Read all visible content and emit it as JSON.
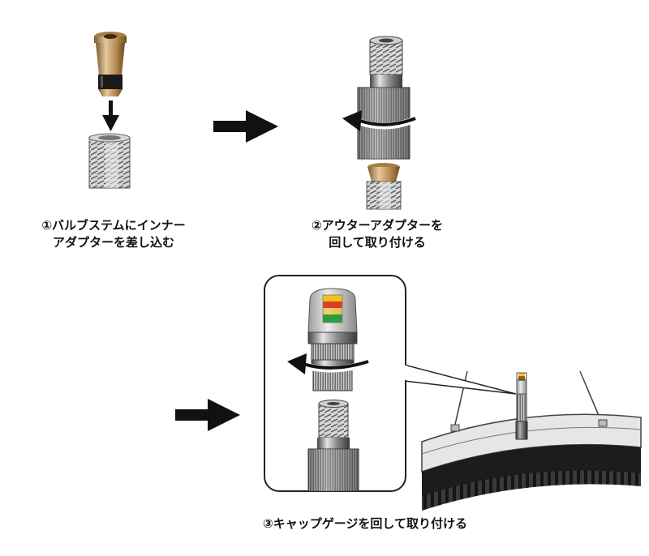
{
  "steps": [
    {
      "line1": "①バルブステムにインナー",
      "line2": "アダプターを差し込む"
    },
    {
      "line1": "②アウターアダプターを",
      "line2": "回して取り付ける"
    },
    {
      "line1": "③キャップゲージを回して取り付ける"
    }
  ],
  "colors": {
    "brass": "#c9a068",
    "silver": "#b9b9b9",
    "rubber": "#1a1a1a",
    "arrow": "#111111",
    "gauge_red": "#e23a24",
    "gauge_yellow": "#f2c21b",
    "gauge_green": "#2e9b3c"
  },
  "icons": [
    "down-arrow-icon",
    "right-arrow-icon",
    "rotate-arrow-icon"
  ]
}
